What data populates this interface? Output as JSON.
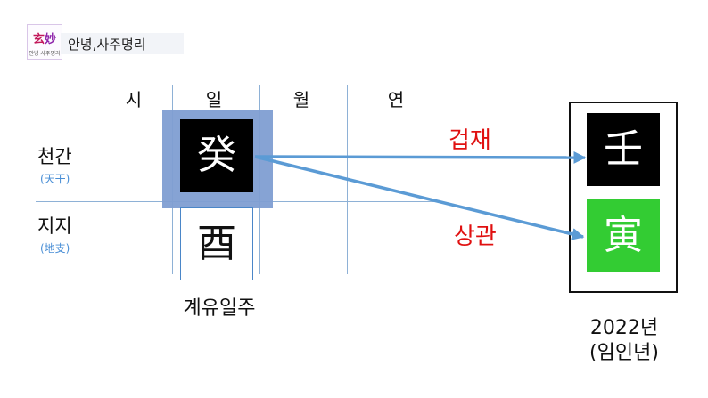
{
  "header": {
    "logo_top_a": "玄",
    "logo_top_b": "妙",
    "logo_bottom": "안녕 사주명리",
    "title": "안녕,사주명리"
  },
  "columns": [
    "시",
    "일",
    "월",
    "연"
  ],
  "rows": {
    "stem": {
      "label": "천간",
      "sub": "(天干)"
    },
    "branch": {
      "label": "지지",
      "sub": "(地支)"
    }
  },
  "day_pillar": {
    "stem": "癸",
    "branch": "酉",
    "name": "계유일주"
  },
  "year_box": {
    "stem": "壬",
    "branch": "寅",
    "year": "2022년",
    "name": "(임인년)",
    "branch_color": "#33cc33"
  },
  "relations": [
    {
      "label": "겁재",
      "target": "stem"
    },
    {
      "label": "상관",
      "target": "branch"
    }
  ],
  "colors": {
    "arrow": "#5b9bd5",
    "relation_text": "#e01010",
    "highlight": "#7f9ed2",
    "grid": "#8eb1d6"
  }
}
